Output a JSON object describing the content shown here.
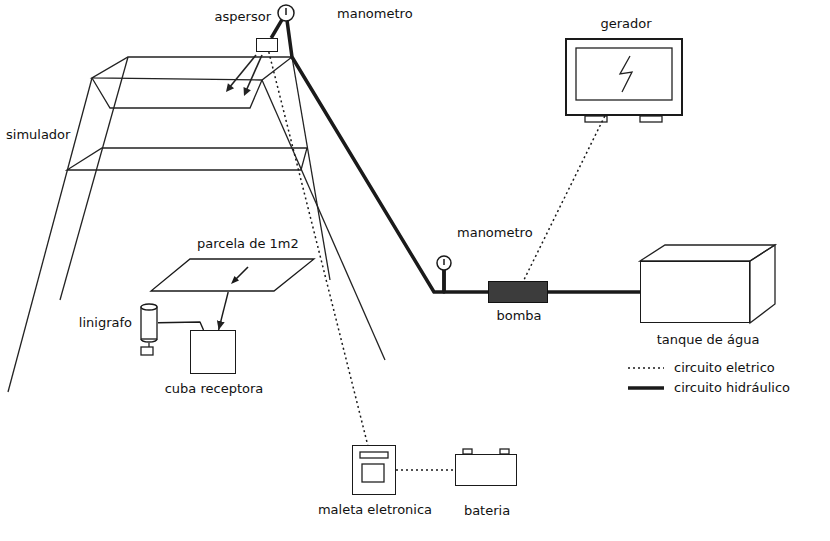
{
  "diagram": {
    "nodes": [
      {
        "text": [
          "aspersor"
        ]
      },
      {
        "text": [
          "manometro"
        ]
      },
      {
        "text": [
          "gerador"
        ]
      },
      {
        "text": [
          "manometro"
        ]
      },
      {
        "text": [
          "bomba"
        ]
      },
      {
        "text": [
          "tanque de água"
        ]
      },
      {
        "text": [
          "parcela de 1m2"
        ]
      },
      {
        "text": [
          "linigrafo"
        ]
      },
      {
        "text": [
          "cuba receptora"
        ]
      },
      {
        "text": [
          "maleta eletronica"
        ]
      },
      {
        "text": [
          "bateria"
        ]
      }
    ],
    "edges": [
      {
        "from": 0,
        "to": 1,
        "arrow": "none"
      },
      {
        "from": 1,
        "to": 3,
        "arrow": "none"
      },
      {
        "from": 3,
        "to": 4,
        "arrow": "none"
      },
      {
        "from": 4,
        "to": 5,
        "arrow": "none"
      },
      {
        "from": 2,
        "to": 4,
        "arrow": "none"
      },
      {
        "from": 0,
        "to": 9,
        "arrow": "none"
      },
      {
        "from": 9,
        "to": 10,
        "arrow": "none"
      },
      {
        "from": 6,
        "to": 8,
        "arrow": "to"
      },
      {
        "from": 7,
        "to": 8,
        "arrow": "none"
      }
    ],
    "labels": [
      "simulador"
    ],
    "legend": [
      {
        "text": "circuito eletrico"
      },
      {
        "text": "circuito hidráulico"
      }
    ]
  }
}
